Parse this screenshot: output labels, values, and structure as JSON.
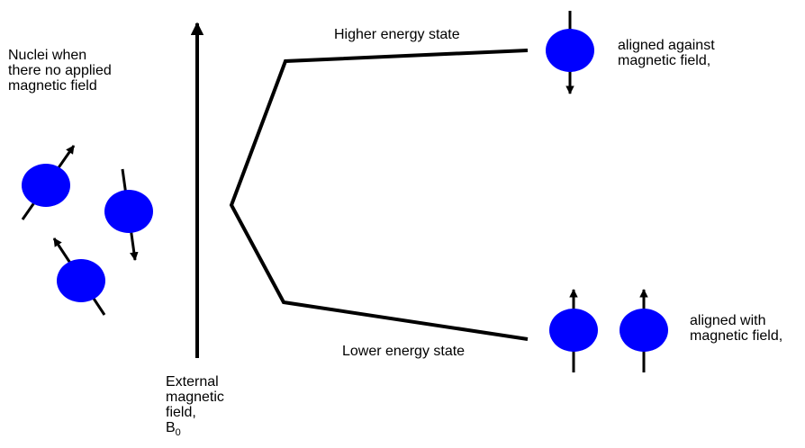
{
  "colors": {
    "nucleus": "#0000ff",
    "line": "#000000",
    "background": "#ffffff"
  },
  "labels": {
    "nuclei_no_field": [
      "Nuclei when",
      "there no applied",
      "magnetic field"
    ],
    "higher_energy": "Higher energy state",
    "lower_energy": "Lower energy state",
    "aligned_against": [
      "aligned against",
      "magnetic field,"
    ],
    "aligned_with": [
      "aligned with",
      "magnetic field,"
    ],
    "external_field": [
      "External",
      "magnetic",
      "field,"
    ],
    "b0_symbol": "B",
    "b0_subscript": "0"
  },
  "icons": {
    "random_nuclei": [
      "spin-nucleus-icon",
      "spin-nucleus-icon",
      "spin-nucleus-icon"
    ],
    "against_nuclei": [
      "spin-down-nucleus-icon"
    ],
    "with_nuclei": [
      "spin-up-nucleus-icon",
      "spin-up-nucleus-icon"
    ],
    "field_arrow": "up-arrow-icon"
  }
}
